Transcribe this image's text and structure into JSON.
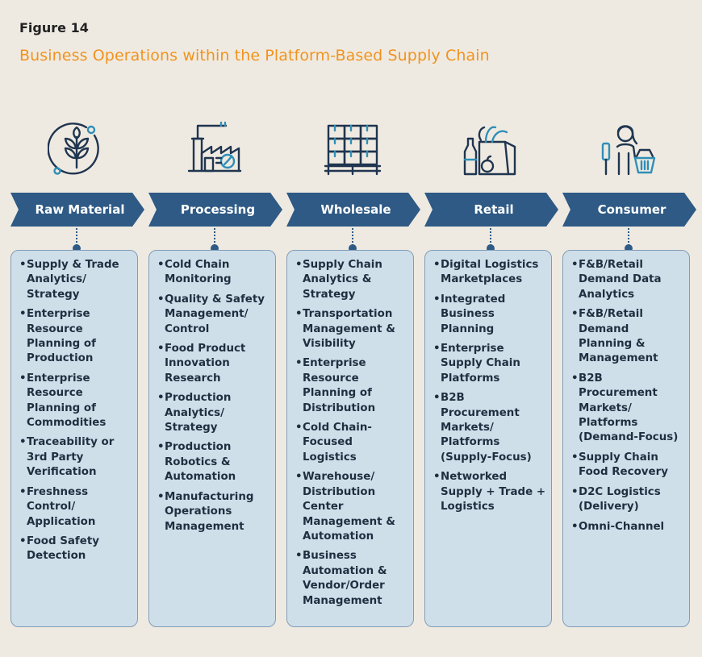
{
  "figure_label": "Figure 14",
  "title": "Business Operations within the Platform-Based Supply Chain",
  "colors": {
    "accent_orange": "#f0931e",
    "arrow_blue": "#2e5a85",
    "box_fill": "#cfdfea",
    "box_border": "#7f9db8",
    "background": "#efeae1",
    "icon_stroke": "#1f3550",
    "icon_accent": "#2f8fb8"
  },
  "stages": [
    {
      "label": "Raw Material",
      "icon": "wheat-icon",
      "items": [
        "Supply & Trade Analytics/ Strategy",
        "Enterprise Resource Planning of Production",
        "Enterprise Resource Planning of Commodities",
        "Traceability or 3rd Party Verification",
        "Freshness Control/ Application",
        "Food Safety Detection"
      ]
    },
    {
      "label": "Processing",
      "icon": "factory-icon",
      "items": [
        "Cold Chain Monitoring",
        "Quality & Safety Management/ Control",
        "Food Product Innovation Research",
        "Production Analytics/ Strategy",
        "Production Robotics & Automation",
        "Manufacturing Operations Management"
      ]
    },
    {
      "label": "Wholesale",
      "icon": "pallet-boxes-icon",
      "items": [
        "Supply Chain Analytics & Strategy",
        "Transportation Management & Visibility",
        "Enterprise Resource Planning of Distribution",
        "Cold Chain-Focused Logistics",
        "Warehouse/ Distribution Center Management & Automation",
        "Business Automation & Vendor/Order Management"
      ]
    },
    {
      "label": "Retail",
      "icon": "grocery-bag-icon",
      "items": [
        "Digital Logistics Marketplaces",
        "Integrated Business Planning",
        "Enterprise Supply Chain Platforms",
        "B2B Procurement Markets/ Platforms (Supply-Focus)",
        "Networked Supply + Trade + Logistics"
      ]
    },
    {
      "label": "Consumer",
      "icon": "shopper-basket-icon",
      "items": [
        "F&B/Retail Demand Data Analytics",
        "F&B/Retail Demand Planning & Management",
        "B2B Procurement Markets/ Platforms (Demand-Focus)",
        "Supply Chain Food Recovery",
        "D2C Logistics (Delivery)",
        "Omni-Channel"
      ]
    }
  ]
}
